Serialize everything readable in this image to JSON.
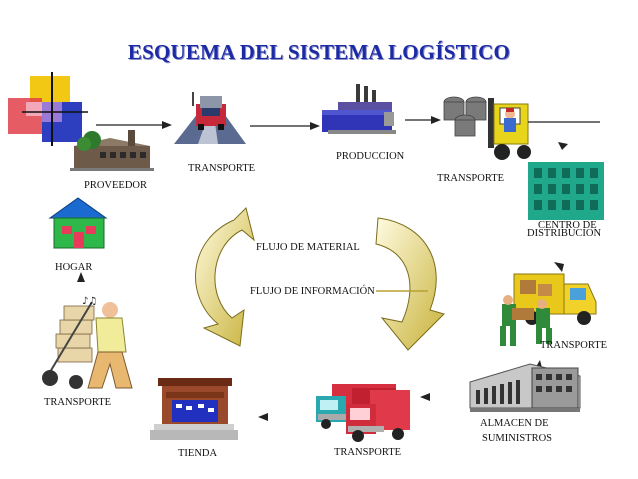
{
  "title": "ESQUEMA DEL SISTEMA LOGÍSTICO",
  "nodes": {
    "proveedor": "PROVEEDOR",
    "transporte_1": "TRANSPORTE",
    "produccion": "PRODUCCION",
    "transporte_2": "TRANSPORTE",
    "centro_line1": "CENTRO DE",
    "centro_line2": "DISTRIBUCION",
    "transporte_3": "TRANSPORTE",
    "almacen_line1": "ALMACEN DE",
    "almacen_line2": "SUMINISTROS",
    "transporte_4": "TRANSPORTE",
    "tienda": "TIENDA",
    "transporte_5": "TRANSPORTE",
    "hogar": "HOGAR"
  },
  "cycle": {
    "flujo_material": "FLUJO DE MATERIAL",
    "flujo_informacion": "FLUJO DE INFORMACIÓN"
  }
}
